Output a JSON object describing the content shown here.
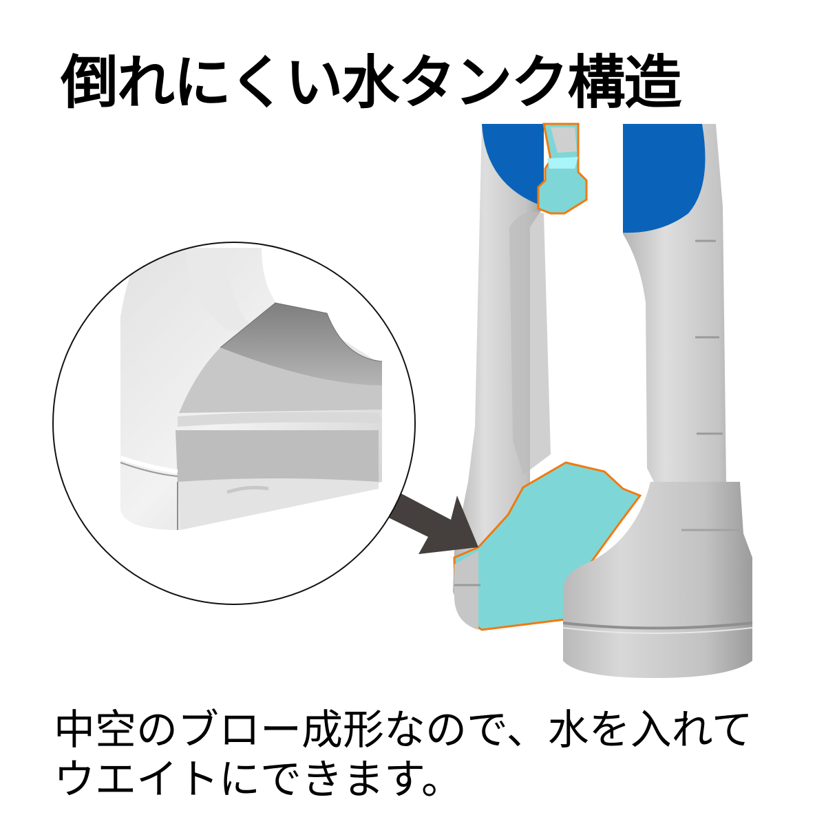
{
  "title": "倒れにくい水タンク構造",
  "caption": {
    "line1": "中空のブロー成形なので、水を入れて",
    "line2": "ウエイトにできます。"
  },
  "colors": {
    "body_gray": "#c9c9c9",
    "body_light": "#e6e6e6",
    "body_dark": "#a8a8a8",
    "blue_panel": "#0a63b8",
    "water_cyan": "#7fd6d6",
    "water_light": "#a8f4f8",
    "outline_orange": "#f07a10",
    "arrow": "#45403d",
    "circle_stroke": "#111111"
  },
  "illustration": {
    "magnifier": "zoom-circle-cross-section",
    "arrow": "pointer-arrow",
    "product": "fan-stand-water-tank"
  }
}
